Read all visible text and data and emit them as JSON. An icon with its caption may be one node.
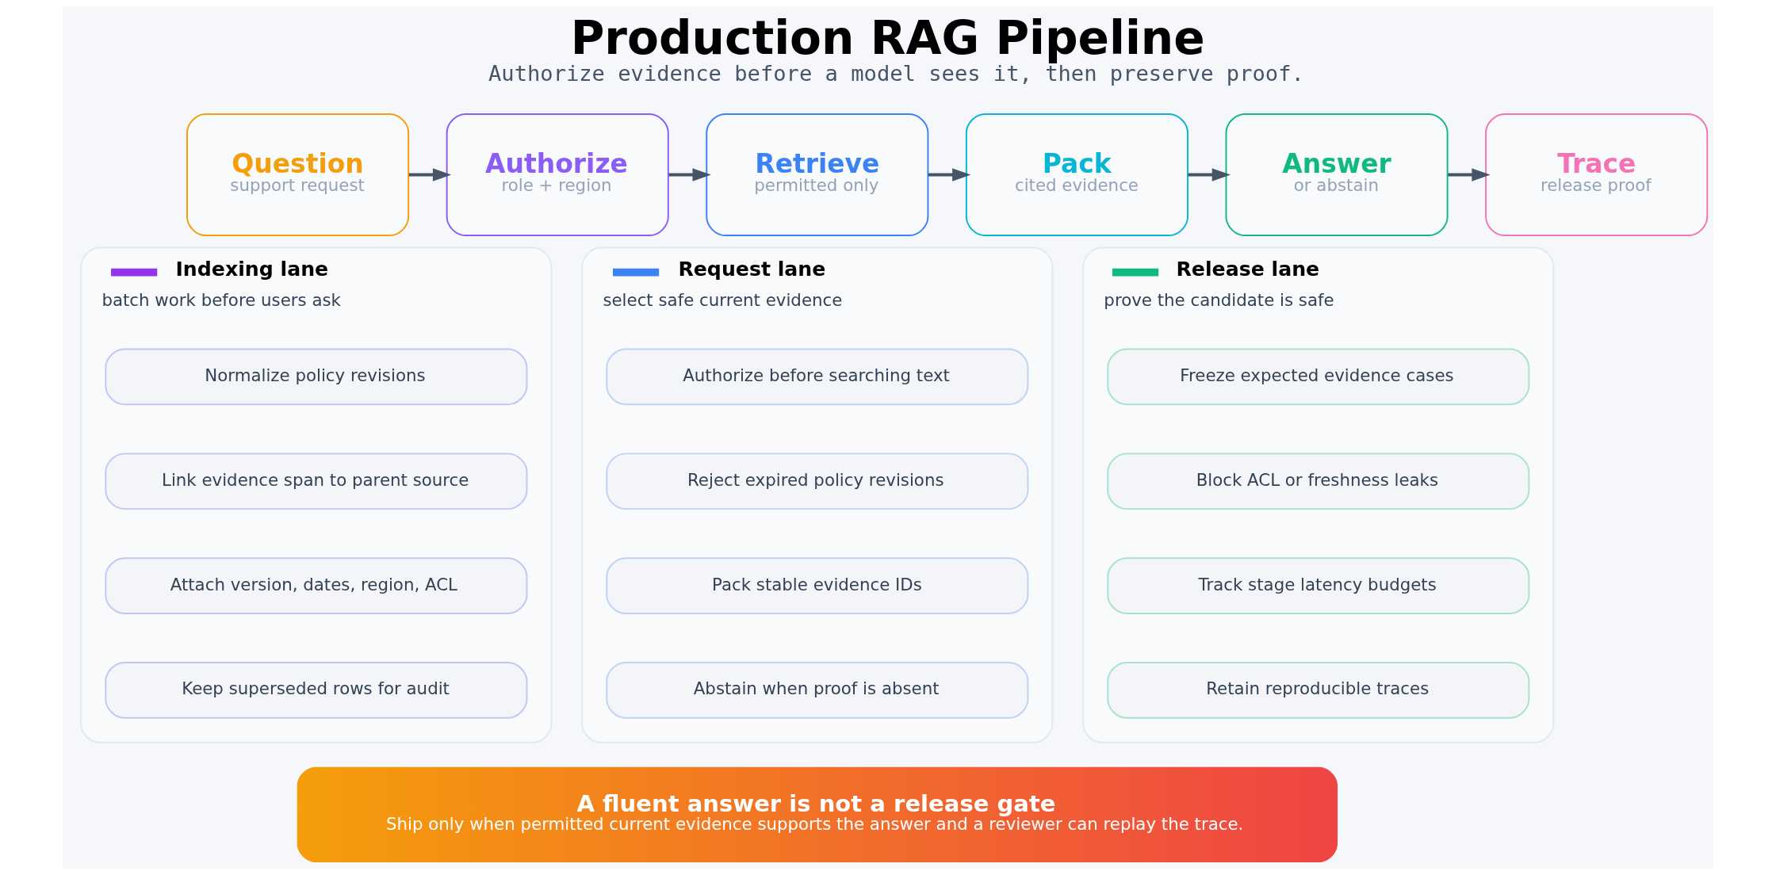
{
  "diagram": {
    "title": "Production RAG Pipeline",
    "caption": "Authorize evidence before a model sees it, then preserve proof.",
    "nodes": [
      {
        "text": [
          "Question",
          "support request"
        ]
      },
      {
        "text": [
          "Authorize",
          "role + region"
        ]
      },
      {
        "text": [
          "Retrieve",
          "permitted only"
        ]
      },
      {
        "text": [
          "Pack",
          "cited evidence"
        ]
      },
      {
        "text": [
          "Answer",
          "or abstain"
        ]
      },
      {
        "text": [
          "Trace",
          "release proof"
        ]
      },
      {
        "text": [
          "Indexing lane",
          "batch work before users ask"
        ]
      },
      {
        "text": [
          "Normalize policy revisions"
        ],
        "in": 6
      },
      {
        "text": [
          "Link evidence span to parent source"
        ],
        "in": 6
      },
      {
        "text": [
          "Attach version, dates, region, ACL"
        ],
        "in": 6
      },
      {
        "text": [
          "Keep superseded rows for audit"
        ],
        "in": 6
      },
      {
        "text": [
          "Request lane",
          "select safe current evidence"
        ]
      },
      {
        "text": [
          "Authorize before searching text"
        ],
        "in": 11
      },
      {
        "text": [
          "Reject expired policy revisions"
        ],
        "in": 11
      },
      {
        "text": [
          "Pack stable evidence IDs"
        ],
        "in": 11
      },
      {
        "text": [
          "Abstain when proof is absent"
        ],
        "in": 11
      },
      {
        "text": [
          "Release lane",
          "prove the candidate is safe"
        ]
      },
      {
        "text": [
          "Freeze expected evidence cases"
        ],
        "in": 16
      },
      {
        "text": [
          "Block ACL or freshness leaks"
        ],
        "in": 16
      },
      {
        "text": [
          "Track stage latency budgets"
        ],
        "in": 16
      },
      {
        "text": [
          "Retain reproducible traces"
        ],
        "in": 16
      },
      {
        "text": [
          "A fluent answer is not a release gate",
          "Ship only when permitted current evidence supports the answer and a reviewer can replay the trace."
        ]
      }
    ],
    "edges": [
      {
        "from": 0,
        "to": 1,
        "arrow": "to"
      },
      {
        "from": 1,
        "to": 2,
        "arrow": "to"
      },
      {
        "from": 2,
        "to": 3,
        "arrow": "to"
      },
      {
        "from": 3,
        "to": 4,
        "arrow": "to"
      },
      {
        "from": 4,
        "to": 5,
        "arrow": "to"
      }
    ]
  }
}
